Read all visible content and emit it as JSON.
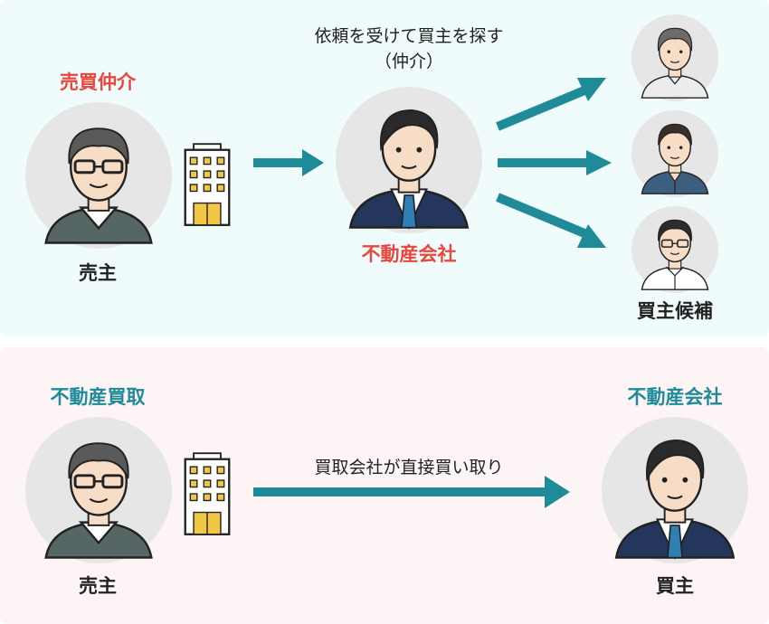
{
  "top": {
    "label_method": "売買仲介",
    "label_seller": "売主",
    "label_agent": "不動産会社",
    "label_buyers": "買主候補",
    "note_line1": "依頼を受けて買主を探す",
    "note_line2": "（仲介）"
  },
  "bottom": {
    "label_method": "不動産買取",
    "label_seller": "売主",
    "label_company_title": "不動産会社",
    "label_buyer": "買主",
    "note": "買取会社が直接買い取り"
  },
  "colors": {
    "accent_red": "#e8483c",
    "accent_teal": "#1f8a98",
    "arrow": "#1f8a98",
    "panel_top_bg": "#f0fbfc",
    "panel_bottom_bg": "#fdf5f5"
  },
  "icons": [
    "seller-avatar-icon",
    "building-icon",
    "agent-avatar-icon",
    "buyer-avatar-icon",
    "arrow-icon"
  ]
}
